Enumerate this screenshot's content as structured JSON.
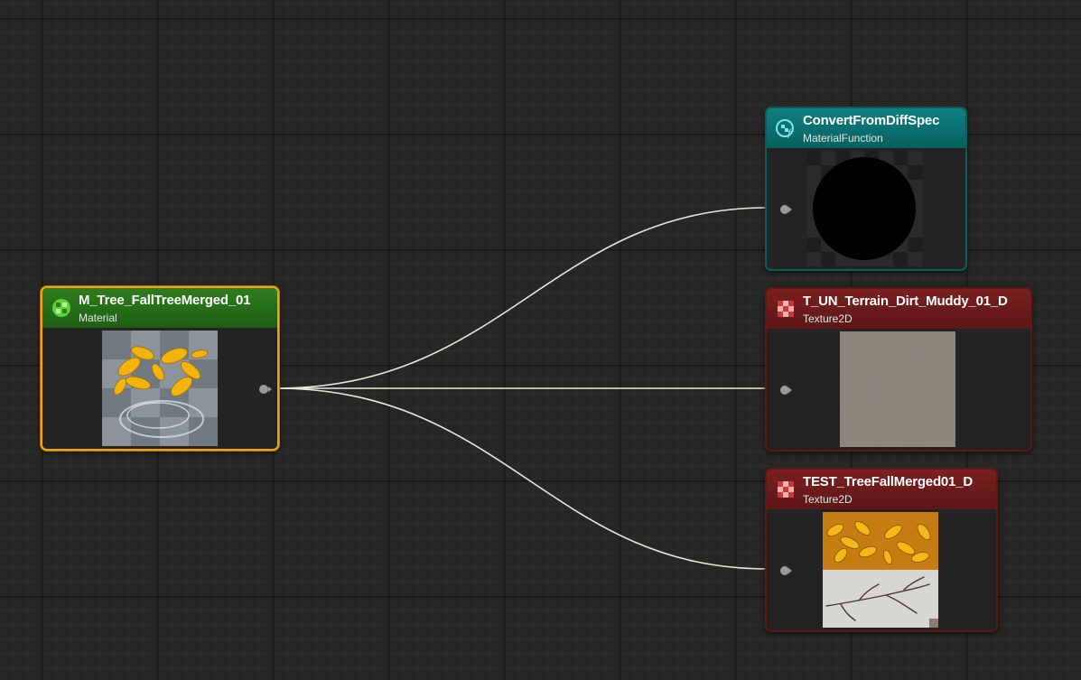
{
  "nodes": {
    "material": {
      "title": "M_Tree_FallTreeMerged_01",
      "type": "Material",
      "selected": true,
      "icon": "material-icon",
      "header_color": "#2e7d1e"
    },
    "function": {
      "title": "ConvertFromDiffSpec",
      "type": "MaterialFunction",
      "icon": "material-function-icon",
      "header_color": "#0f7f80"
    },
    "terrain": {
      "title": "T_UN_Terrain_Dirt_Muddy_01_D",
      "type": "Texture2D",
      "icon": "texture-icon",
      "header_color": "#7a2020"
    },
    "test": {
      "title": "TEST_TreeFallMerged01_D",
      "type": "Texture2D",
      "icon": "texture-icon",
      "header_color": "#7a2020"
    }
  },
  "colors": {
    "wire": "#e8e8d8",
    "selection": "#f0a30a",
    "canvas": "#262626"
  }
}
